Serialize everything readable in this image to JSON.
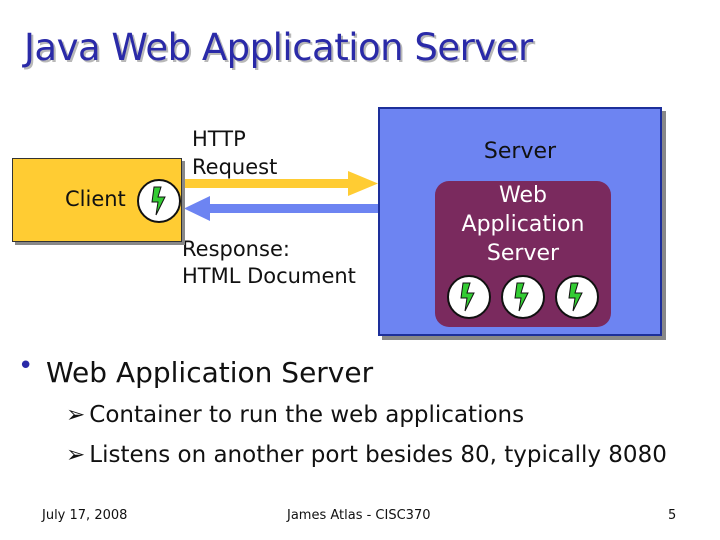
{
  "slide": {
    "title": "Java Web Application Server",
    "diagram": {
      "request_label_line1": "HTTP",
      "request_label_line2": "Request",
      "response_label_line1": "Response:",
      "response_label_line2": "HTML Document",
      "client_label": "Client",
      "server_label": "Server",
      "was_label_line1": "Web",
      "was_label_line2": "Application",
      "was_label_line3": "Server",
      "colors": {
        "client_box": "#ffcc33",
        "server_box": "#6d84f2",
        "was_box": "#7a2a5e",
        "request_arrow": "#ffcc33",
        "response_arrow": "#6d84f2",
        "bolt": "#33cc33"
      }
    },
    "bullet": "Web Application Server",
    "subbullets": [
      "Container to run the web applications",
      "Listens on another port besides 80, typically 8080"
    ],
    "footer": {
      "date": "July 17, 2008",
      "author": "James Atlas - CISC370",
      "page": "5"
    }
  }
}
